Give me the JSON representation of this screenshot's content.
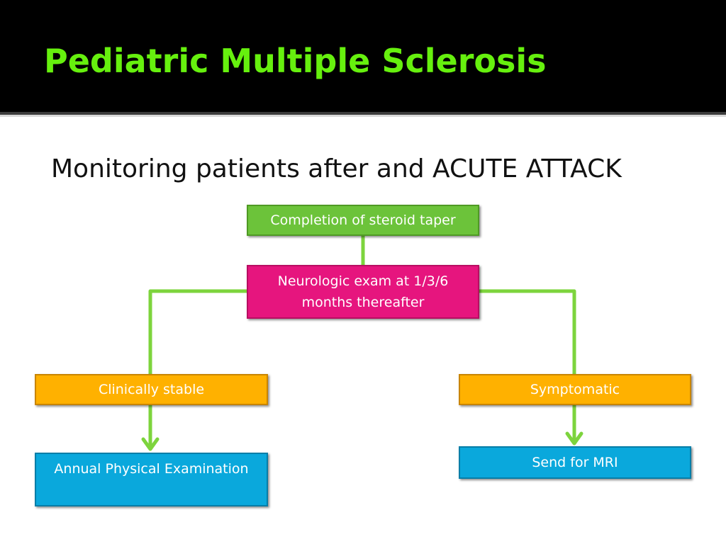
{
  "slide": {
    "title": "Pediatric Multiple Sclerosis",
    "subtitle": "Monitoring patients after and ACUTE ATTACK"
  },
  "flowchart": {
    "start": "Completion of steroid taper",
    "exam": "Neurologic exam at 1/3/6 months thereafter",
    "branch_left": "Clinically stable",
    "branch_right": "Symptomatic",
    "outcome_left": "Annual Physical Examination",
    "outcome_right": "Send for MRI"
  },
  "colors": {
    "title": "#66f00e",
    "start_box": "#6cc33a",
    "exam_box": "#e6157e",
    "branch_box": "#ffb100",
    "outcome_box": "#0aa8dc",
    "connector": "#7dd43d"
  }
}
